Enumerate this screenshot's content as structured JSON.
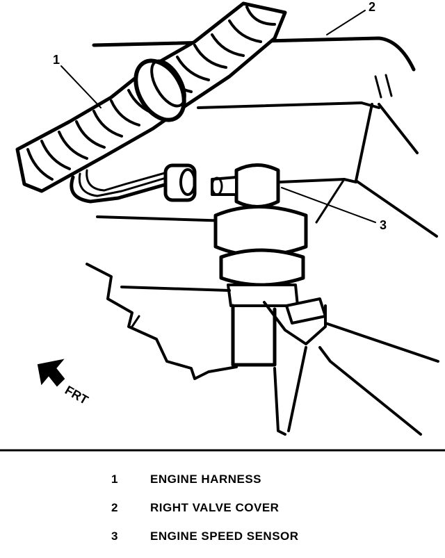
{
  "diagram": {
    "callouts": [
      "1",
      "2",
      "3"
    ],
    "direction_label": "FRT"
  },
  "legend": [
    {
      "number": "1",
      "text": "ENGINE HARNESS"
    },
    {
      "number": "2",
      "text": "RIGHT VALVE COVER"
    },
    {
      "number": "3",
      "text": "ENGINE SPEED SENSOR"
    }
  ]
}
